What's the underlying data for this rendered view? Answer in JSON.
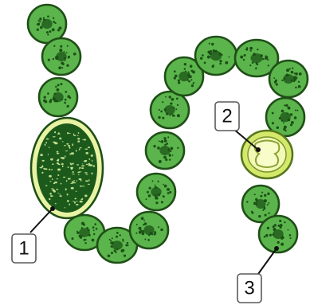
{
  "labels": [
    {
      "id": "1",
      "text": "1"
    },
    {
      "id": "2",
      "text": "2"
    },
    {
      "id": "3",
      "text": "3"
    }
  ],
  "colors": {
    "vegetative_cell": "#5bb54c",
    "cell_outline": "#1f4f17",
    "akinete_wall": "#e8f3a3",
    "akinete_interior": "#1c5a1b",
    "heterocyst": "#d4e86a"
  }
}
